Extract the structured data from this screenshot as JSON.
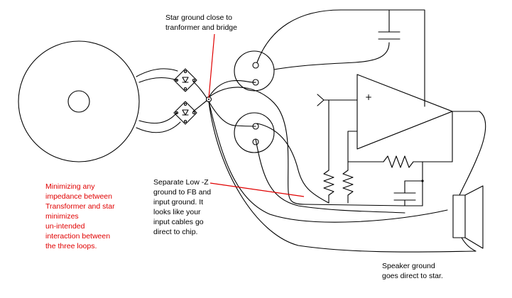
{
  "annotations": {
    "star_ground": "Star ground close to\ntranformer and bridge",
    "feedback_ground": "Separate Low -Z\nground to FB and\ninput ground.  It\nlooks like your\ninput cables go\ndirect to chip.",
    "speaker_ground": "Speaker ground\ngoes direct to star.",
    "transformer_note": "Minimizing any\nimpedance between\nTransformer and star\nminimizes\nun-intended\ninteraction between\nthe three loops."
  },
  "amplifier": {
    "plus_label": "+"
  },
  "colors": {
    "ink": "#000000",
    "note_red": "#e00000",
    "background": "#ffffff"
  }
}
